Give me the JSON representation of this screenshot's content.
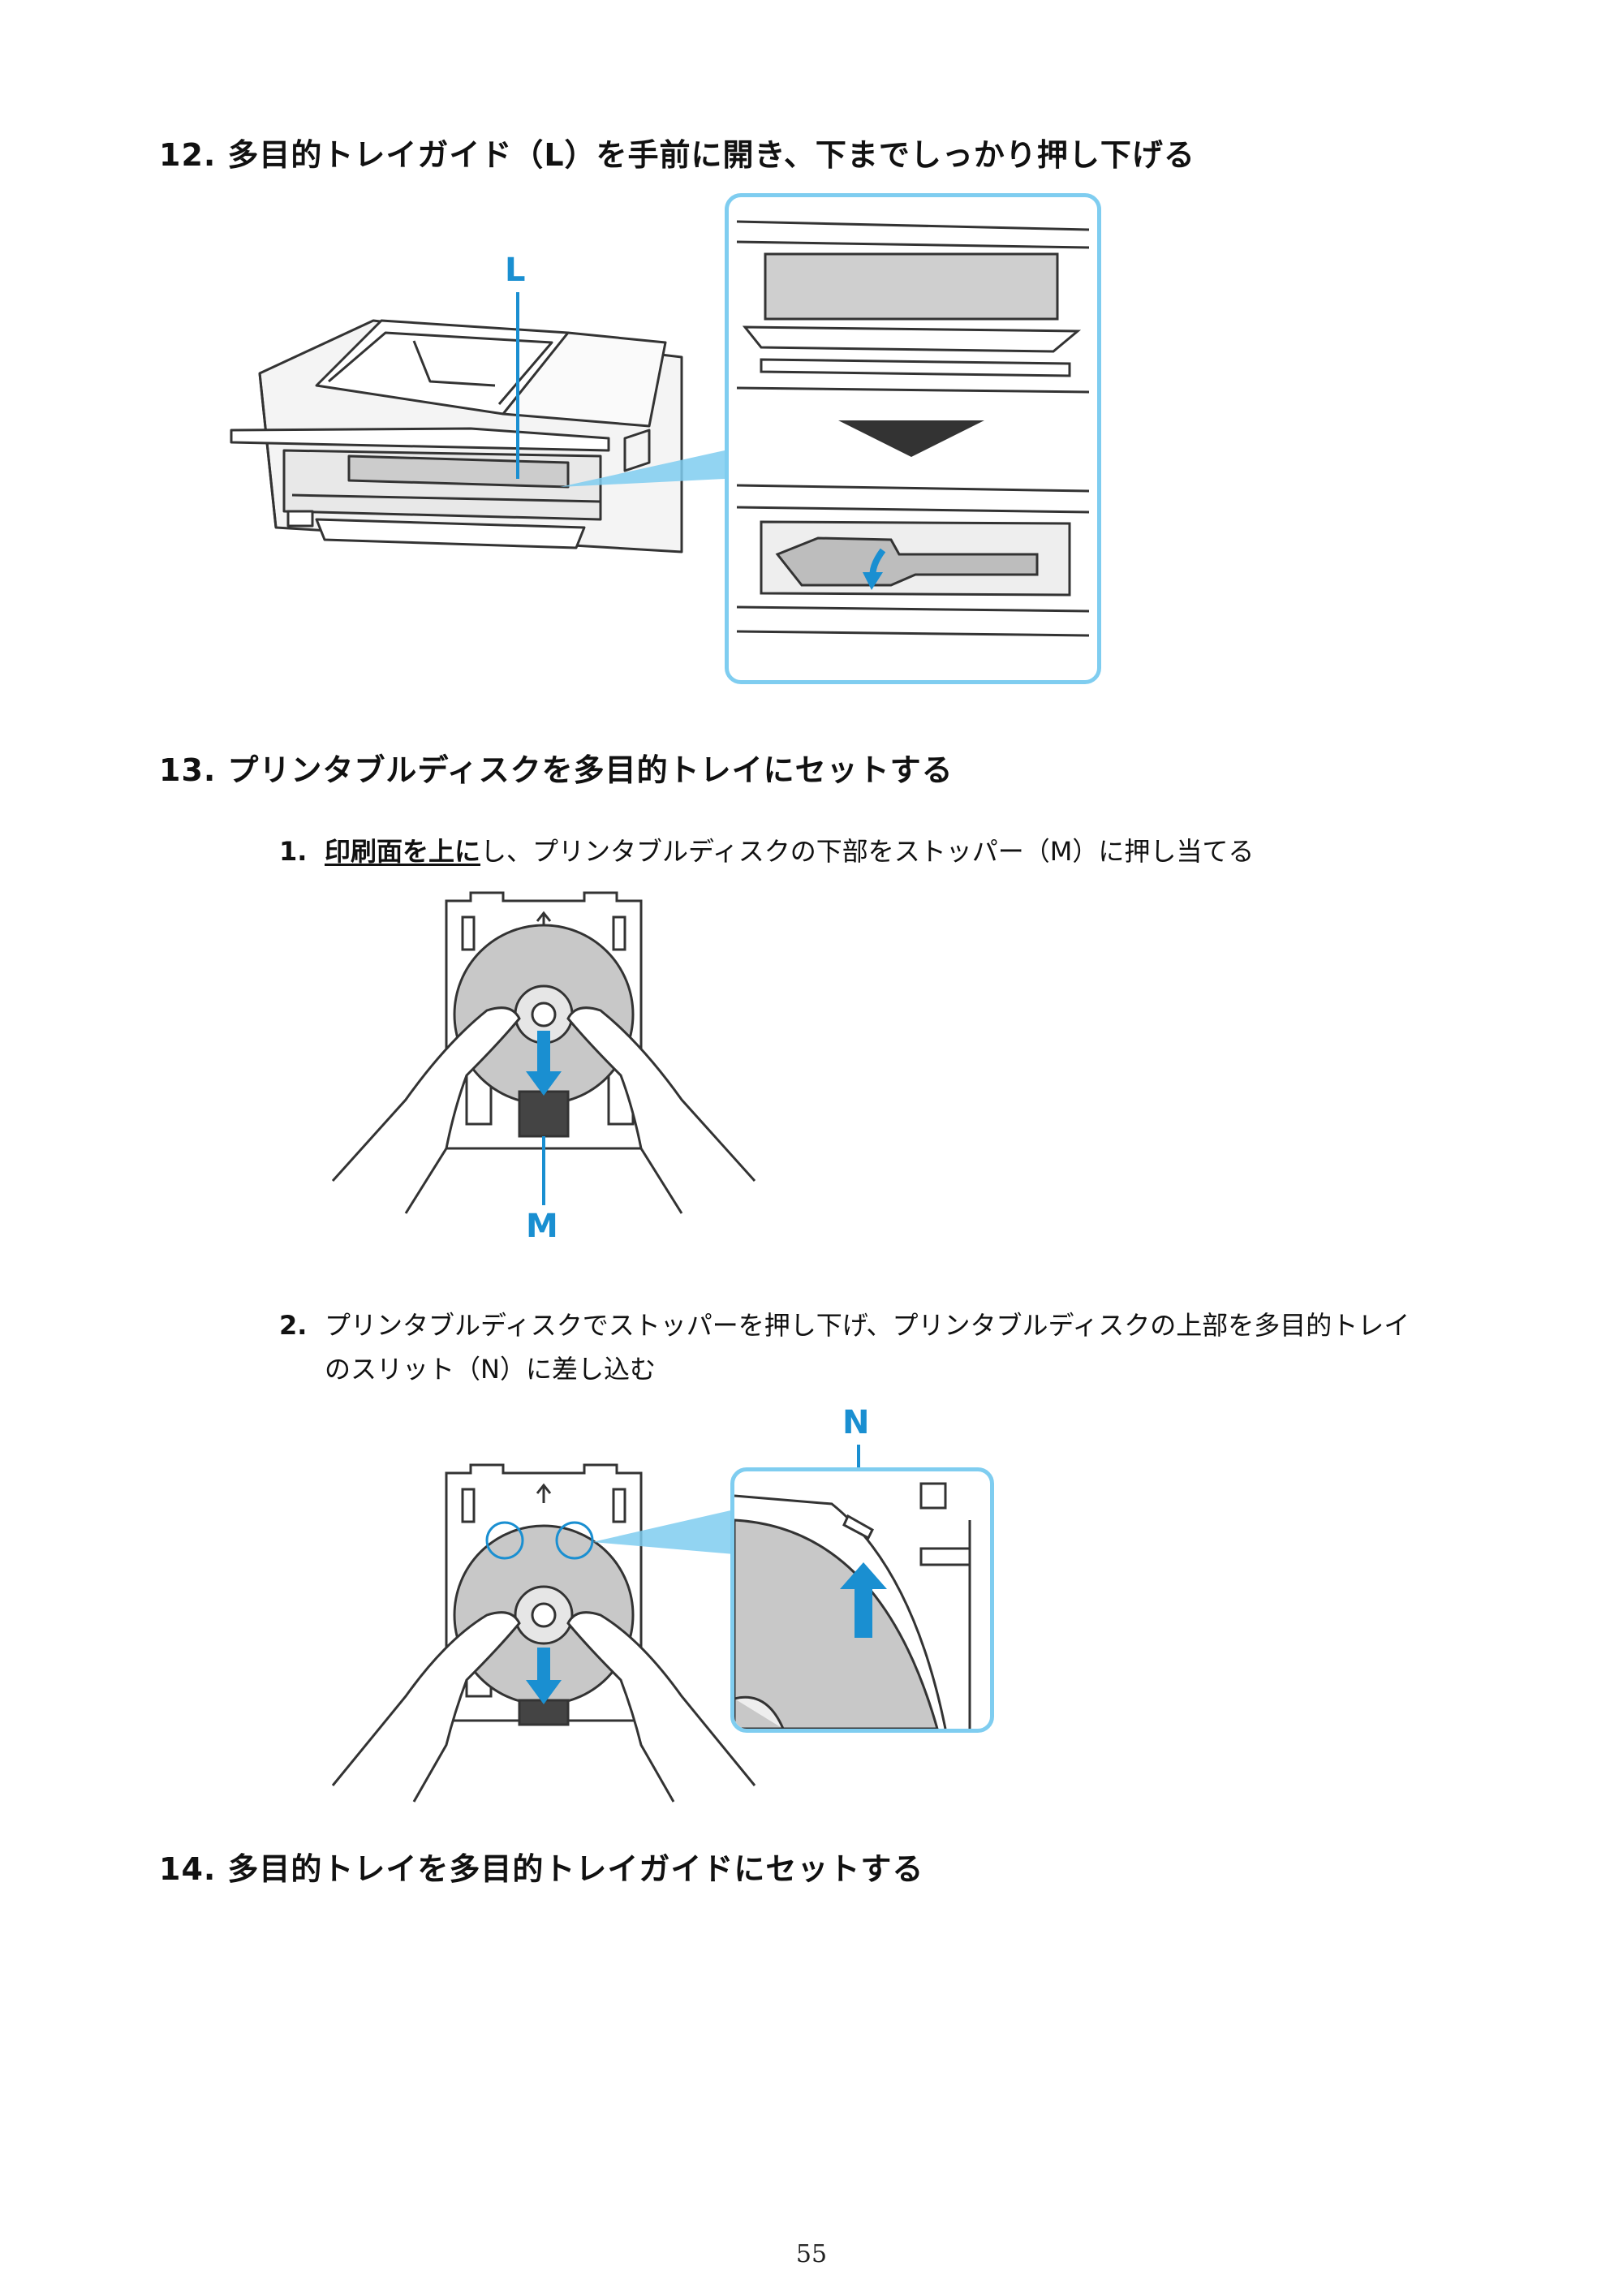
{
  "steps": [
    {
      "number": "12.",
      "title": "多目的トレイガイド（L）を手前に開き、下までしっかり押し下げる"
    },
    {
      "number": "13.",
      "title": "プリンタブルディスクを多目的トレイにセットする"
    },
    {
      "number": "14.",
      "title": "多目的トレイを多目的トレイガイドにセットする"
    }
  ],
  "substeps": [
    {
      "number": "1.",
      "emphasis": "印刷面を上に",
      "rest": "し、プリンタブルディスクの下部をストッパー（M）に押し当てる"
    },
    {
      "number": "2.",
      "line1": "プリンタブルディスクでストッパーを押し下げ、プリンタブルディスクの上部を多目的トレイ",
      "line2": "のスリット（N）に差し込む"
    }
  ],
  "callouts": {
    "l": "L",
    "m": "M",
    "n": "N"
  },
  "page_number": "55",
  "colors": {
    "accent": "#1a8fd1",
    "zoom_frame": "#7fcdf0",
    "line_art": "#333333",
    "fill_gray": "#c8c8c8"
  }
}
